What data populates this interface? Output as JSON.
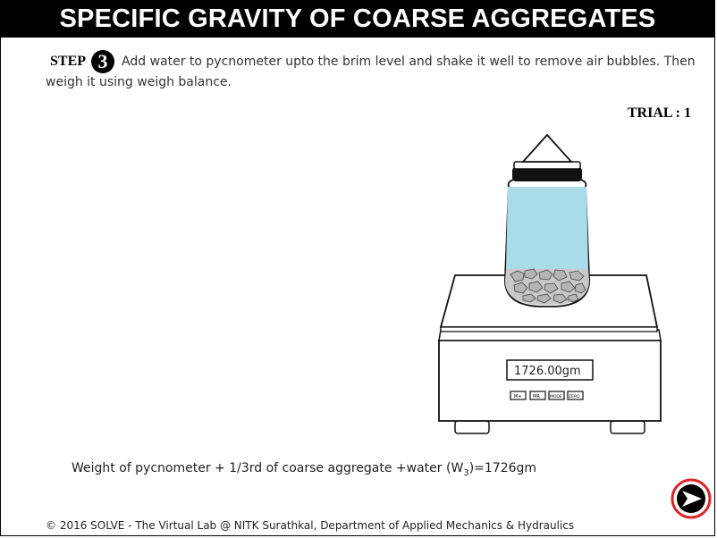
{
  "header": {
    "title": "SPECIFIC GRAVITY OF COARSE AGGREGATES"
  },
  "step": {
    "label": "STEP",
    "number": "3",
    "instruction": "Add water to pycnometer upto the brim level and shake it well to remove air bubbles. Then weigh it using weigh balance."
  },
  "trial": {
    "label": "TRIAL : 1"
  },
  "balance": {
    "reading": "1726.00gm",
    "buttons": [
      "M+",
      "MR",
      "MODE",
      "ZERO"
    ]
  },
  "result": {
    "text_before": "Weight of pycnometer + 1/3rd of coarse aggregate +water (W",
    "subscript": "3",
    "text_after": ")=1726gm"
  },
  "footer": {
    "text": "© 2016 SOLVE - The Virtual Lab @ NITK Surathkal, Department of Applied Mechanics & Hydraulics"
  },
  "colors": {
    "water": "#a9dbe8",
    "next_ring": "#d9262b",
    "header_bg": "#000000"
  },
  "icons": {
    "next": "arrow-right-circle-icon"
  }
}
